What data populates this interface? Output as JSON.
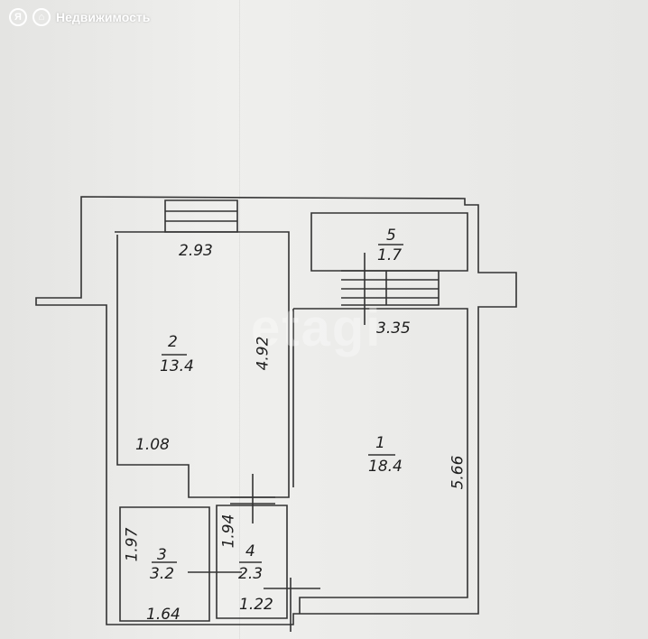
{
  "brand": {
    "icon_name": "yandex-logo-icon",
    "text": "Недвижимость",
    "color": "#ffffff"
  },
  "watermark": {
    "text": "etagi"
  },
  "plan": {
    "rooms": [
      {
        "number": "1",
        "area": "18.4",
        "dims": [
          "3.35",
          "5.66"
        ]
      },
      {
        "number": "2",
        "area": "13.4",
        "dims": [
          "2.93",
          "4.92",
          "1.08"
        ]
      },
      {
        "number": "3",
        "area": "3.2",
        "dims": [
          "1.97",
          "1.64"
        ]
      },
      {
        "number": "4",
        "area": "2.3",
        "dims": [
          "1.94",
          "1.22"
        ]
      },
      {
        "number": "5",
        "area": "1.7",
        "dims": []
      }
    ],
    "line_color": "#333333"
  }
}
